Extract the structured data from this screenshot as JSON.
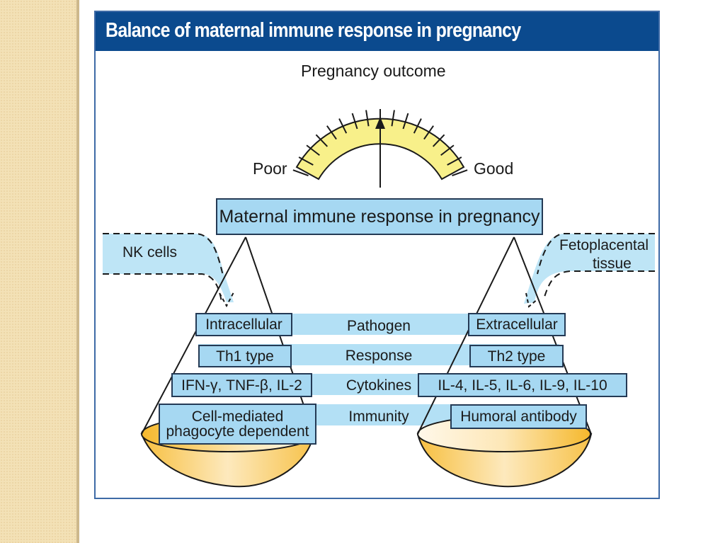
{
  "title": "Balance of maternal immune response in pregnancy",
  "gauge": {
    "label": "Pregnancy outcome",
    "left_label": "Poor",
    "right_label": "Good",
    "needle_position": 0.5,
    "fill_color": "#f8f08a"
  },
  "center_box": "Maternal immune response in pregnancy",
  "left_input": "NK cells",
  "right_input": "Fetoplacental tissue",
  "right_input_lines": [
    "Fetoplacental",
    "tissue"
  ],
  "rows": [
    {
      "category": "Pathogen",
      "left": "Intracellular",
      "right": "Extracellular"
    },
    {
      "category": "Response",
      "left": "Th1 type",
      "right": "Th2 type"
    },
    {
      "category": "Cytokines",
      "left": "IFN-γ, TNF-β, IL-2",
      "right": "IL-4, IL-5, IL-6, IL-9, IL-10"
    },
    {
      "category": "Immunity",
      "left": "Cell-mediated phagocyte dependent",
      "right": "Humoral antibody"
    }
  ],
  "left_immunity_lines": [
    "Cell-mediated",
    "phagocyte dependent"
  ],
  "colors": {
    "title_bar": "#0b4a8e",
    "frame": "#3e6aa6",
    "box_fill": "#a6d8f2",
    "band_fill": "#b3e0f5",
    "pan_fill": "#f7c24a"
  }
}
